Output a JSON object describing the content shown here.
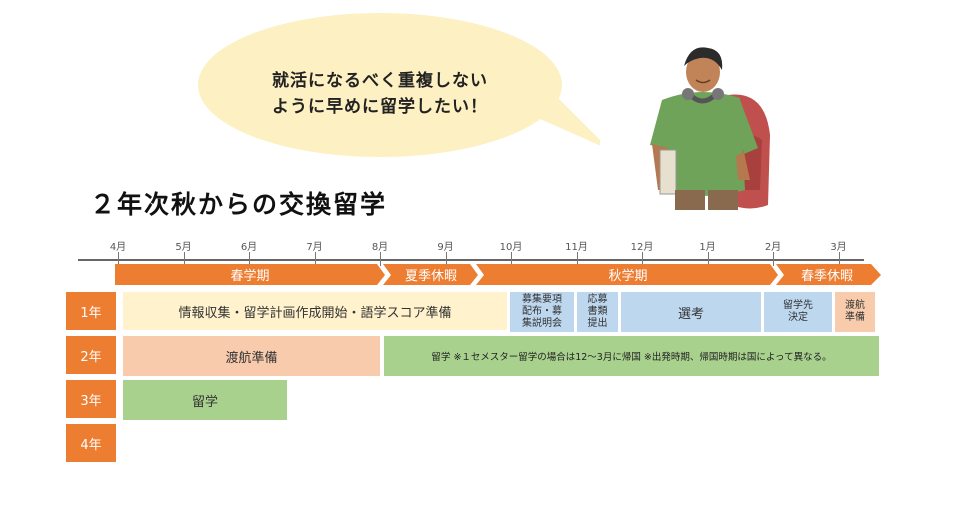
{
  "speech": {
    "line1": "就活になるべく重複しない",
    "line2": "ように早めに留学したい！"
  },
  "title": "２年次秋からの交換留学",
  "months": [
    "4月",
    "5月",
    "6月",
    "7月",
    "8月",
    "9月",
    "10月",
    "11月",
    "12月",
    "1月",
    "2月",
    "3月"
  ],
  "terms": {
    "spring": "春学期",
    "summer": "夏季休暇",
    "autumn": "秋学期",
    "spring_break": "春季休暇"
  },
  "years": [
    "1年",
    "2年",
    "3年",
    "4年"
  ],
  "year1": {
    "prep": "情報収集・留学計画作成開始・語学スコア準備",
    "guide": [
      "募集要項",
      "配布・募",
      "集説明会"
    ],
    "apply": [
      "応募",
      "書類",
      "提出"
    ],
    "selection": "選考",
    "decision": [
      "留学先",
      "決定"
    ],
    "travel": [
      "渡航",
      "準備"
    ]
  },
  "year2": {
    "travel_prep": "渡航準備",
    "study_abroad": "留学 ※１セメスター留学の場合は12～3月に帰国 ※出発時期、帰国時期は国によって異なる。"
  },
  "year3": {
    "study_abroad": "留学"
  },
  "colors": {
    "orange": "#ed7d31",
    "yellow": "#fff2cc",
    "blue": "#bdd7ee",
    "peach": "#f8cbad",
    "green": "#a9d18e"
  }
}
